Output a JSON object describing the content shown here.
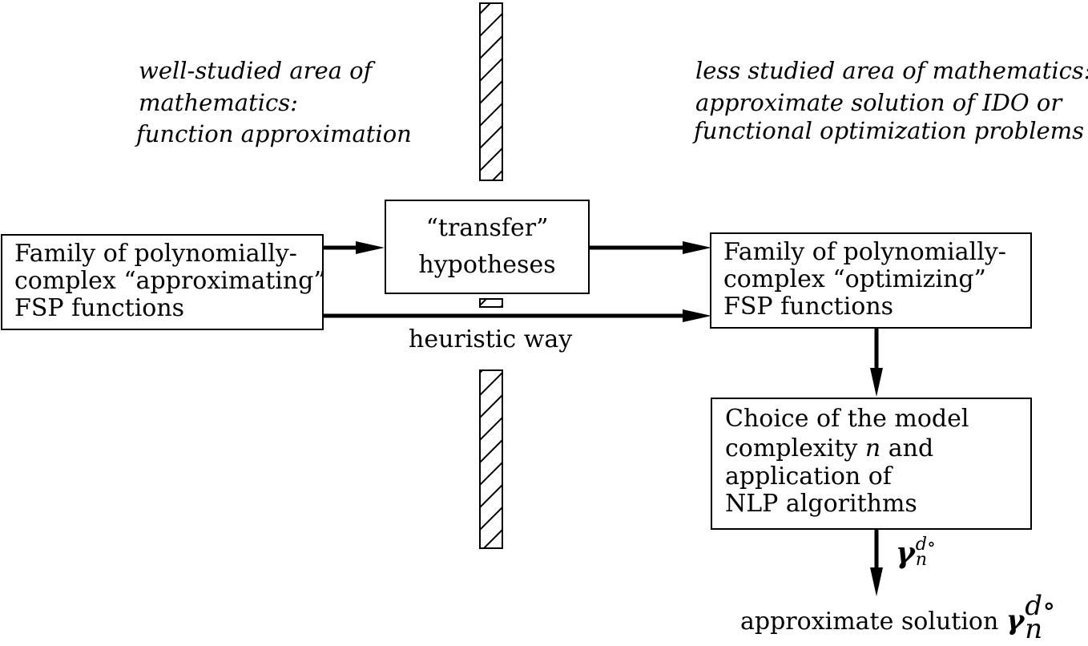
{
  "left_area": {
    "line1": "well-studied area of",
    "line2": "mathematics:",
    "line3": "function approximation"
  },
  "right_area": {
    "line1": "less studied area of mathematics:",
    "line2": "approximate solution of IDO or",
    "line3": "functional optimization problems"
  },
  "transfer_box": {
    "line1": "“transfer”",
    "line2": "hypotheses"
  },
  "approx_box": {
    "line1": "Family of polynomially-",
    "line2": "complex “approximating”",
    "line3": "FSP functions"
  },
  "optim_box": {
    "line1": "Family of polynomially-",
    "line2": "complex “optimizing”",
    "line3": "FSP functions"
  },
  "heuristic_label": "heuristic way",
  "choice_box": {
    "line1": "Choice of the model",
    "line2_prefix": "complexity ",
    "line2_var": "n",
    "line2_suffix": " and",
    "line3": "application of",
    "line4": "NLP algorithms"
  },
  "gamma": {
    "symbol": "γ",
    "superscript": "d∘",
    "subscript": "n"
  },
  "result": {
    "prefix": "approximate solution ",
    "symbol": "γ",
    "superscript": "d∘",
    "subscript": "n"
  }
}
